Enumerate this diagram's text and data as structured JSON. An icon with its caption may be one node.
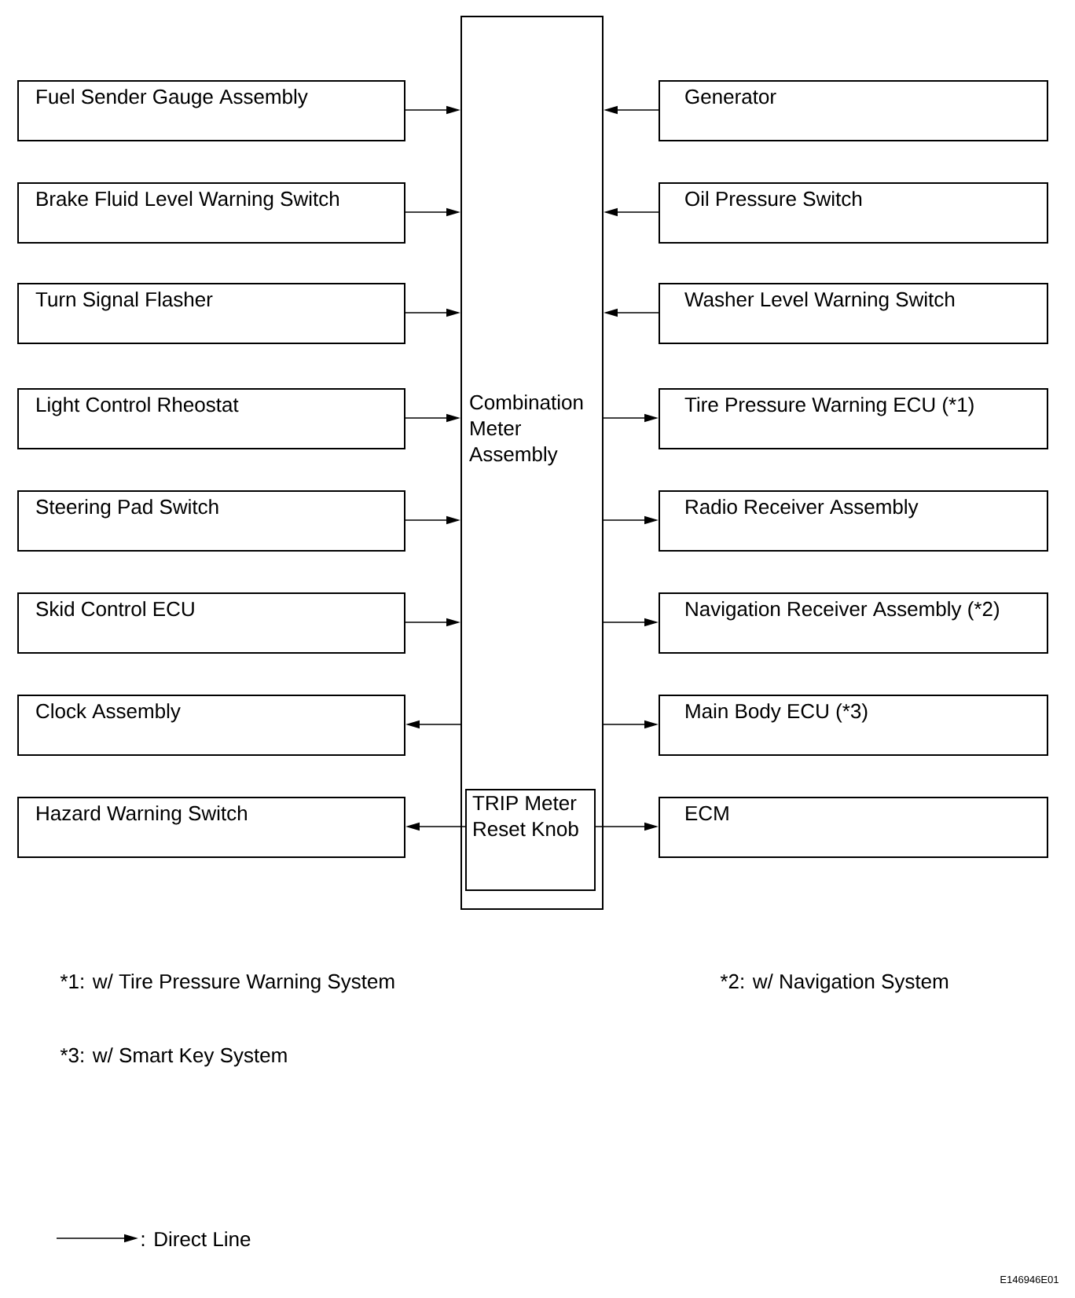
{
  "diagram": {
    "nodes": [
      {
        "text": [
          "Combination Meter Assembly"
        ]
      },
      {
        "text": [
          "TRIP Meter Reset Knob"
        ],
        "in": 0
      },
      {
        "text": [
          "Fuel Sender Gauge Assembly"
        ]
      },
      {
        "text": [
          "Brake Fluid Level Warning Switch"
        ]
      },
      {
        "text": [
          "Turn Signal Flasher"
        ]
      },
      {
        "text": [
          "Light Control Rheostat"
        ]
      },
      {
        "text": [
          "Steering Pad Switch"
        ]
      },
      {
        "text": [
          "Skid Control ECU"
        ]
      },
      {
        "text": [
          "Clock Assembly"
        ]
      },
      {
        "text": [
          "Hazard Warning Switch"
        ]
      },
      {
        "text": [
          "Generator"
        ]
      },
      {
        "text": [
          "Oil Pressure Switch"
        ]
      },
      {
        "text": [
          "Washer Level Warning Switch"
        ]
      },
      {
        "text": [
          "Tire Pressure Warning ECU (*1)"
        ]
      },
      {
        "text": [
          "Radio Receiver Assembly"
        ]
      },
      {
        "text": [
          "Navigation Receiver Assembly (*2)"
        ]
      },
      {
        "text": [
          "Main Body ECU (*3)"
        ]
      },
      {
        "text": [
          "ECM"
        ]
      }
    ],
    "edges": [
      {
        "from": 2,
        "to": 0,
        "arrow": "to"
      },
      {
        "from": 3,
        "to": 0,
        "arrow": "to"
      },
      {
        "from": 4,
        "to": 0,
        "arrow": "to"
      },
      {
        "from": 5,
        "to": 0,
        "arrow": "to"
      },
      {
        "from": 6,
        "to": 0,
        "arrow": "to"
      },
      {
        "from": 7,
        "to": 0,
        "arrow": "to"
      },
      {
        "from": 0,
        "to": 8,
        "arrow": "to"
      },
      {
        "from": 1,
        "to": 9,
        "arrow": "to"
      },
      {
        "from": 10,
        "to": 0,
        "arrow": "to"
      },
      {
        "from": 11,
        "to": 0,
        "arrow": "to"
      },
      {
        "from": 12,
        "to": 0,
        "arrow": "to"
      },
      {
        "from": 0,
        "to": 13,
        "arrow": "to"
      },
      {
        "from": 0,
        "to": 14,
        "arrow": "to"
      },
      {
        "from": 0,
        "to": 15,
        "arrow": "to"
      },
      {
        "from": 0,
        "to": 16,
        "arrow": "to"
      },
      {
        "from": 1,
        "to": 17,
        "arrow": "to"
      }
    ],
    "labels": [
      "*1: w/ Tire Pressure Warning System",
      "*2: w/ Navigation System",
      "*3: w/ Smart Key System",
      "E146946E01"
    ],
    "legend": [
      {
        "text": ": Direct Line"
      }
    ]
  }
}
